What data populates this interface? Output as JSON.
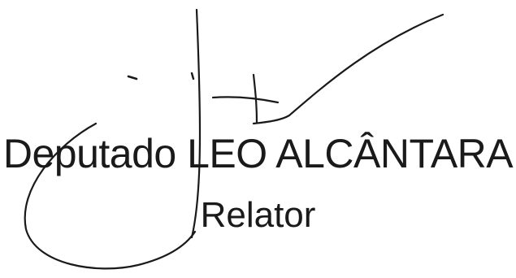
{
  "signatory": {
    "name": "Deputado LEO ALCÂNTARA",
    "role": "Relator"
  },
  "signature": {
    "kind": "handwritten-signature",
    "ink_color": "#1a1a1a"
  }
}
